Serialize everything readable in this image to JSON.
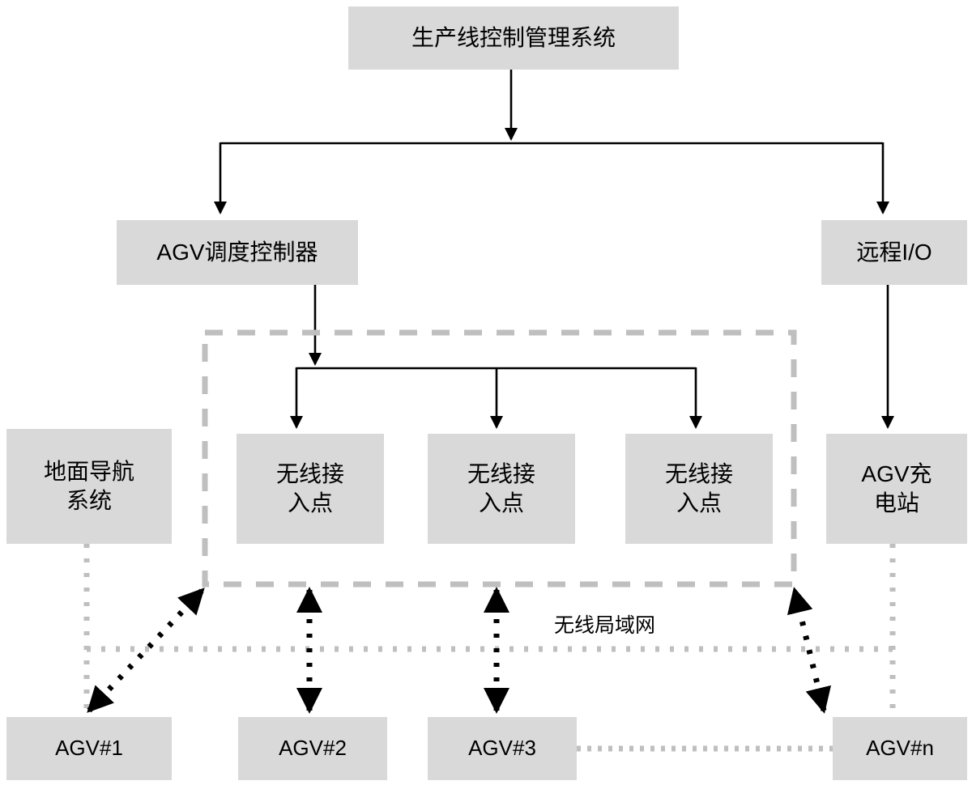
{
  "diagram": {
    "title": "生产线控制管理系统",
    "colors": {
      "node_fill": "#d9d9d9",
      "node_text": "#000000",
      "solid_line": "#000000",
      "dashed_region": "#bfbfbf",
      "dotted_gray": "#bfbfbf",
      "dotted_black": "#000000",
      "background": "#ffffff"
    },
    "nodes": {
      "root": {
        "label": "生产线控制管理系统"
      },
      "agv_controller": {
        "label": "AGV调度控制器"
      },
      "remote_io": {
        "label": "远程I/O"
      },
      "ground_nav": {
        "label": "地面导航\n系统"
      },
      "ap1": {
        "label": "无线接\n入点"
      },
      "ap2": {
        "label": "无线接\n入点"
      },
      "ap3": {
        "label": "无线接\n入点"
      },
      "charge_station": {
        "label": "AGV充\n电站"
      },
      "agv1": {
        "label": "AGV#1"
      },
      "agv2": {
        "label": "AGV#2"
      },
      "agv3": {
        "label": "AGV#3"
      },
      "agvn": {
        "label": "AGV#n"
      }
    },
    "annotations": {
      "wlan_region_label": "无线局域网"
    }
  }
}
